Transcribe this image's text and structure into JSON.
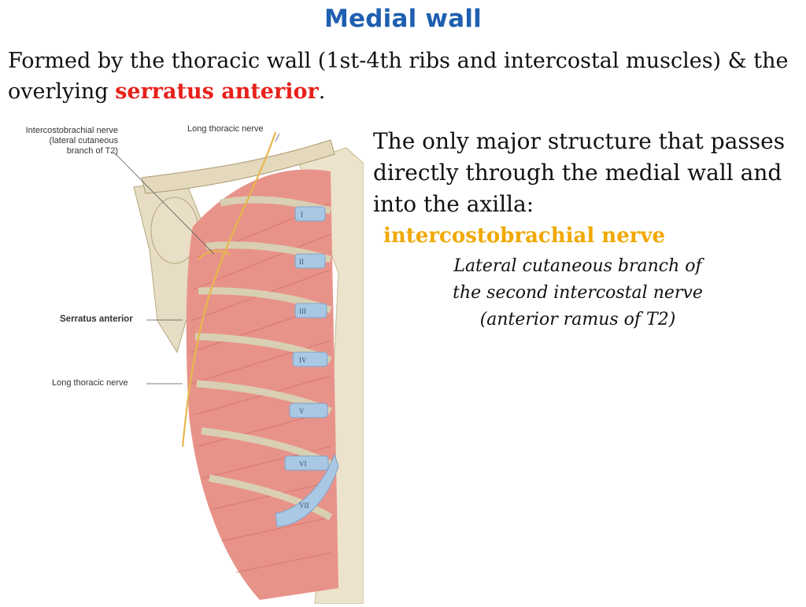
{
  "slide": {
    "title": "Medial wall",
    "intro_text": "Formed by the thoracic wall (1st-4th ribs and intercostal muscles) & the overlying ",
    "intro_highlight": "serratus anterior",
    "intro_end": ".",
    "right_text": "The only major structure that passes directly through the medial wall and into the axilla:",
    "nerve_name": "intercostobrachial nerve",
    "note_line1": "Lateral cutaneous branch of",
    "note_line2": "the second intercostal nerve",
    "note_line3": "(anterior ramus of T2)"
  },
  "figure": {
    "label_icb_1": "Intercostobrachial nerve",
    "label_icb_2": "(lateral cutaneous",
    "label_icb_3": "branch of T2)",
    "label_ltn_top": "Long thoracic nerve",
    "label_serratus": "Serratus anterior",
    "label_ltn_bottom": "Long thoracic nerve",
    "ribs": [
      "I",
      "II",
      "III",
      "IV",
      "V",
      "VI",
      "VII"
    ]
  },
  "colors": {
    "title": "#1f5fb0",
    "highlight_red": "#e8201a",
    "nerve_yellow": "#f0a800",
    "muscle": "#e8938a",
    "cartilage": "#a9c8e4",
    "bone": "#e6ddc4"
  }
}
